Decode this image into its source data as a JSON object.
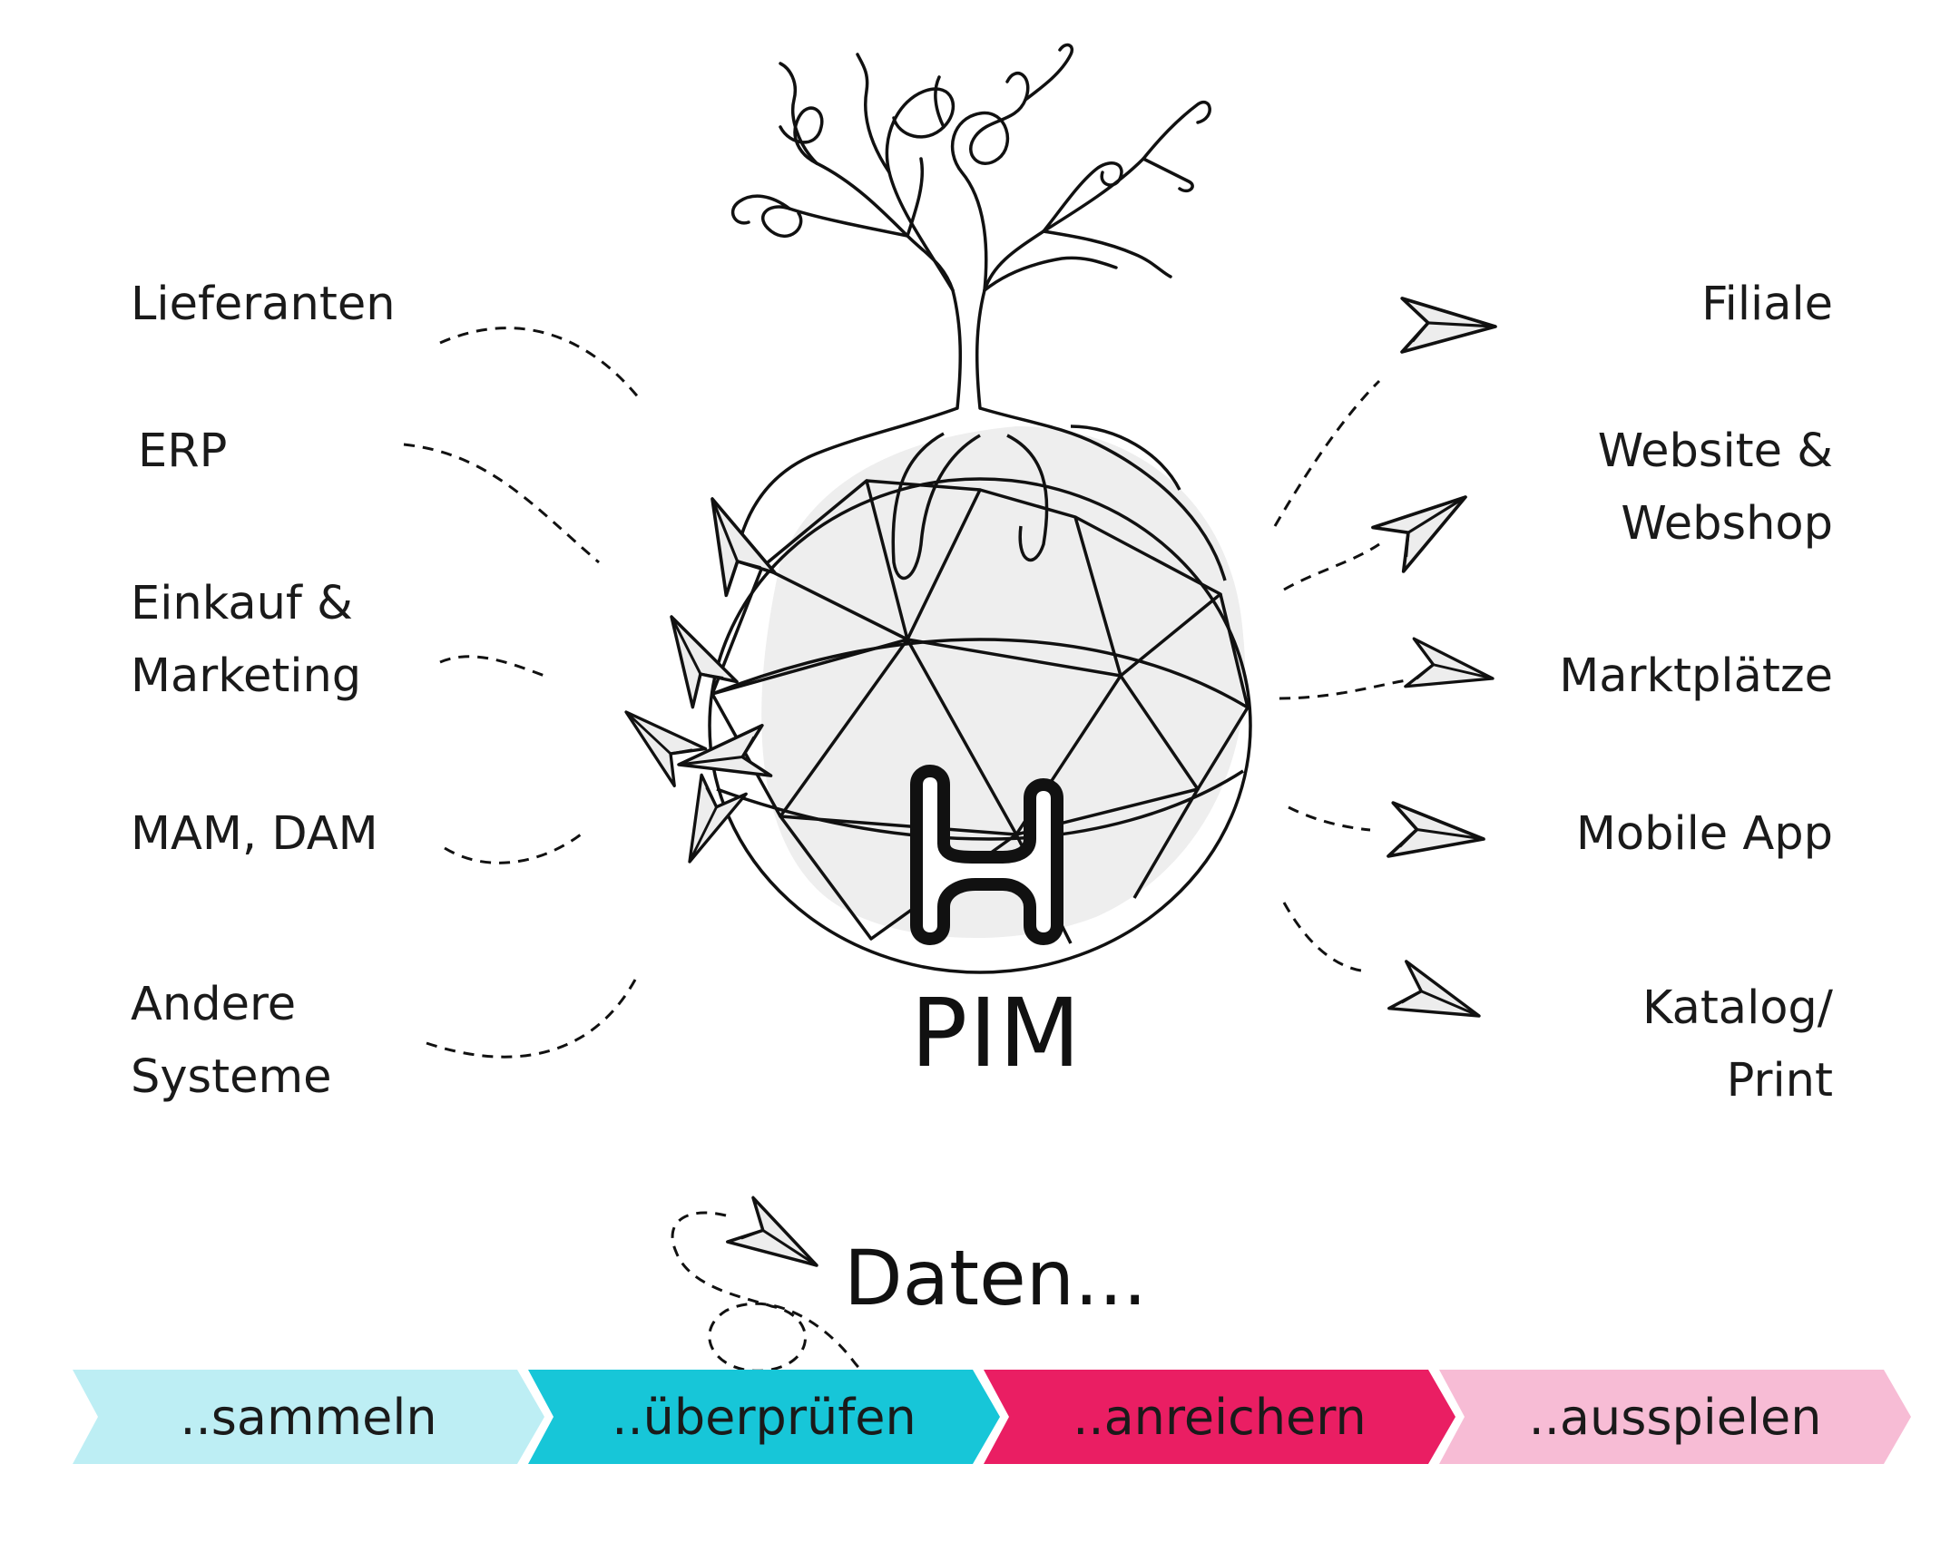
{
  "left_sources": [
    {
      "lines": [
        "Lieferanten"
      ]
    },
    {
      "lines": [
        "ERP"
      ]
    },
    {
      "lines": [
        "Einkauf &",
        "Marketing"
      ]
    },
    {
      "lines": [
        "MAM, DAM"
      ]
    },
    {
      "lines": [
        "Andere",
        "Systeme"
      ]
    }
  ],
  "right_channels": [
    {
      "lines": [
        "Filiale"
      ]
    },
    {
      "lines": [
        "Website &",
        "Webshop"
      ]
    },
    {
      "lines": [
        "Marktplätze"
      ]
    },
    {
      "lines": [
        "Mobile App"
      ]
    },
    {
      "lines": [
        "Katalog/",
        "Print"
      ]
    }
  ],
  "center": {
    "logo_icon": "h-logo-icon",
    "label": "PIM"
  },
  "data_heading": "Daten...",
  "steps": [
    {
      "label": "..sammeln",
      "color": "#bdeef4"
    },
    {
      "label": "..überprüfen",
      "color": "#17c6d8"
    },
    {
      "label": "..anreichern",
      "color": "#ea1e63"
    },
    {
      "label": "..ausspielen",
      "color": "#f7bcd5"
    }
  ],
  "icons": [
    "paper-plane-icon",
    "tree-icon",
    "geodesic-globe-icon"
  ]
}
